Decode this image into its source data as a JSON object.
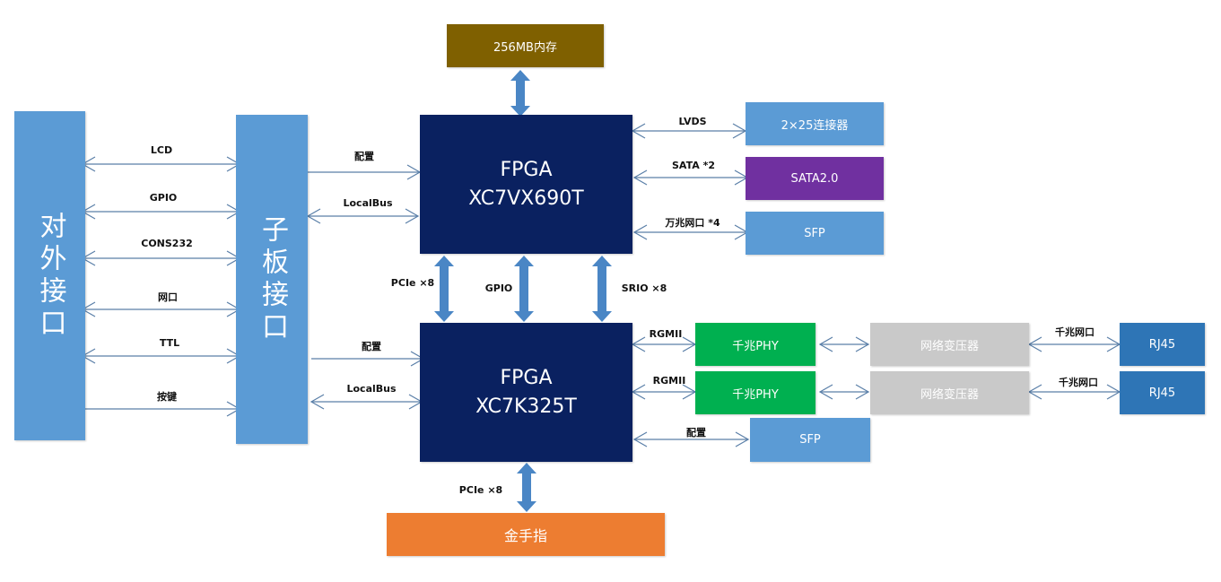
{
  "blocks": {
    "external_interface": "对外接口",
    "daughterboard_interface": "子板接口",
    "fpga1_title": "FPGA",
    "fpga1_model": "XC7VX690T",
    "fpga2_title": "FPGA",
    "fpga2_model": "XC7K325T",
    "memory": "256MB内存",
    "connector": "2×25连接器",
    "sata": "SATA2.0",
    "sfp1": "SFP",
    "phy1": "千兆PHY",
    "phy2": "千兆PHY",
    "transformer1": "网络变压器",
    "transformer2": "网络变压器",
    "rj45_1": "RJ45",
    "rj45_2": "RJ45",
    "sfp2": "SFP",
    "gold_finger": "金手指"
  },
  "links": {
    "lcd": "LCD",
    "gpio": "GPIO",
    "cons232": "CONS232",
    "net": "网口",
    "ttl": "TTL",
    "keys": "按键",
    "config1": "配置",
    "localbus1": "LocalBus",
    "config2": "配置",
    "localbus2": "LocalBus",
    "pcie_mid": "PCIe ×8",
    "gpio_mid": "GPIO",
    "srio": "SRIO ×8",
    "lvds": "LVDS",
    "sata_x2": "SATA *2",
    "tengig": "万兆网口 *4",
    "rgmii1": "RGMII",
    "rgmii2": "RGMII",
    "gig1": "千兆网口",
    "gig2": "千兆网口",
    "config3": "配置",
    "pcie_bottom": "PCIe ×8"
  },
  "colors": {
    "light_blue": "#5b9bd5",
    "navy": "#002060",
    "brown": "#7f6000",
    "purple": "#7030a0",
    "green": "#00b050",
    "gray": "#c9c9c9",
    "mid_blue": "#2e75b6",
    "orange": "#ed7d31",
    "line": "#5a7fa8",
    "thick_arrow": "#4a86c5"
  }
}
